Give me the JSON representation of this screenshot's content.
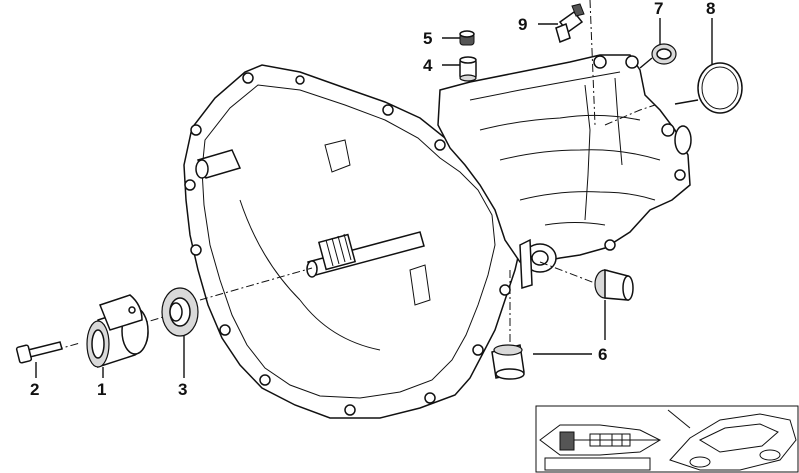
{
  "diagram": {
    "callouts": [
      {
        "id": "c1",
        "label": "1"
      },
      {
        "id": "c2",
        "label": "2"
      },
      {
        "id": "c3",
        "label": "3"
      },
      {
        "id": "c4",
        "label": "4"
      },
      {
        "id": "c5",
        "label": "5"
      },
      {
        "id": "c6",
        "label": "6"
      },
      {
        "id": "c7",
        "label": "7"
      },
      {
        "id": "c8",
        "label": "8"
      },
      {
        "id": "c9",
        "label": "9"
      }
    ],
    "inset": {
      "description_icon": "car-drivetrain-location-icon"
    }
  }
}
